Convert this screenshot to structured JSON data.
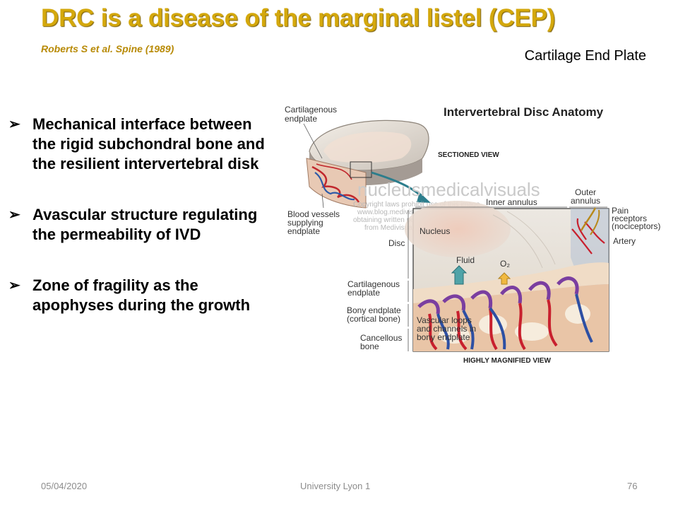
{
  "slide": {
    "title": "DRC is a disease of the marginal listel (CEP)",
    "subtitle": "Roberts S et al. Spine (1989)",
    "cep_label": "Cartilage End Plate"
  },
  "bullets": [
    {
      "marker": "➢",
      "text": "Mechanical interface between the rigid subchondral bone and the resilient intervertebral disk"
    },
    {
      "marker": "➢",
      "text": "Avascular structure regulating the permeability of IVD"
    },
    {
      "marker": "➢",
      "text": "Zone of fragility as the apophyses during the growth"
    }
  ],
  "figure": {
    "title": "Intervertebral Disc Anatomy",
    "sectioned_view": "SECTIONED VIEW",
    "magnified_view": "HIGHLY MAGNIFIED VIEW",
    "labels": {
      "cartilagenous_endplate_top": [
        "Cartilagenous",
        "endplate"
      ],
      "blood_vessels": [
        "Blood vessels",
        "supplying",
        "endplate"
      ],
      "inner_annulus": "Inner annulus",
      "outer_annulus": [
        "Outer",
        "annulus"
      ],
      "pain_receptors": [
        "Pain",
        "receptors",
        "(nociceptors)"
      ],
      "artery": "Artery",
      "nucleus": "Nucleus",
      "disc": "Disc",
      "fluid": "Fluid",
      "o2": "O₂",
      "cartilagenous_endplate": [
        "Cartilagenous",
        "endplate"
      ],
      "bony_endplate": [
        "Bony endplate",
        "(cortical bone)"
      ],
      "cancellous_bone": [
        "Cancellous",
        "bone"
      ],
      "vascular_loops": [
        "Vascular loops",
        "and channels in",
        "bony endplate"
      ]
    },
    "watermark": [
      "nucleusmedicalvisuals",
      "Copyright laws prohibit use of this image",
      "www.blog.medivisuals.com",
      "obtaining written permission",
      "from Medivisuals"
    ]
  },
  "footer": {
    "date": "05/04/2020",
    "org": "University Lyon 1",
    "page": "76"
  }
}
